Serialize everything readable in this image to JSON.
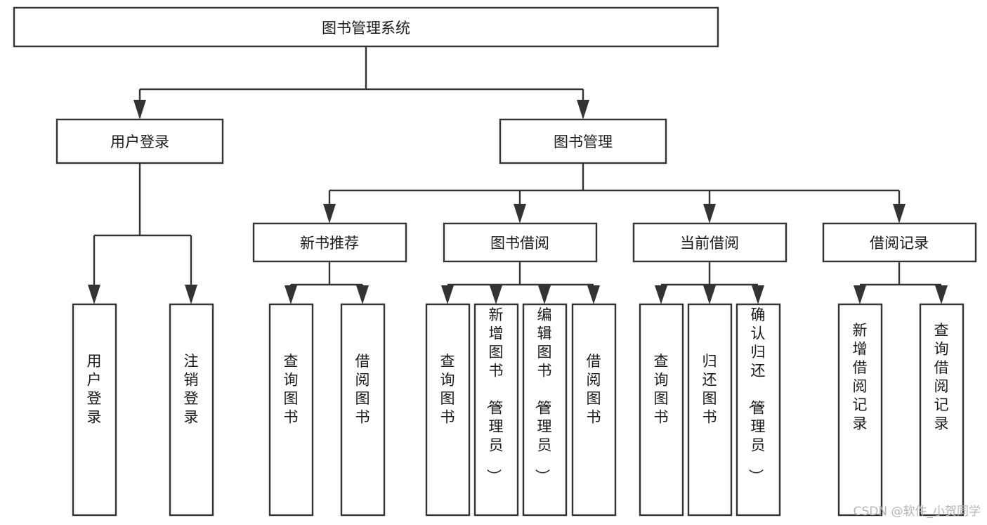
{
  "diagram": {
    "type": "tree-hierarchy",
    "title": "图书管理系统",
    "orientation": "top-down",
    "colors": {
      "box_stroke": "#333333",
      "box_fill": "#ffffff",
      "edge": "#333333",
      "text": "#1a1a1a",
      "watermark": "#b5b5b5",
      "background": "#ffffff"
    },
    "levels": {
      "root": {
        "label": "图书管理系统"
      },
      "level2": [
        {
          "id": "user-login",
          "label": "用户登录"
        },
        {
          "id": "book-manage",
          "label": "图书管理"
        }
      ],
      "level3": [
        {
          "id": "new-book-recommend",
          "label": "新书推荐",
          "parent": "book-manage"
        },
        {
          "id": "book-borrow",
          "label": "图书借阅",
          "parent": "book-manage"
        },
        {
          "id": "current-borrow",
          "label": "当前借阅",
          "parent": "book-manage"
        },
        {
          "id": "borrow-record",
          "label": "借阅记录",
          "parent": "book-manage"
        }
      ],
      "leaves": {
        "user-login": [
          {
            "id": "leaf-user-login",
            "label": "用户登录"
          },
          {
            "id": "leaf-user-logout",
            "label": "注销登录"
          }
        ],
        "new-book-recommend": [
          {
            "id": "leaf-query-book-1",
            "label": "查询图书"
          },
          {
            "id": "leaf-borrow-book-1",
            "label": "借阅图书"
          }
        ],
        "book-borrow": [
          {
            "id": "leaf-query-book-2",
            "label": "查询图书"
          },
          {
            "id": "leaf-add-book",
            "label": "新增图书（管理员）"
          },
          {
            "id": "leaf-edit-book",
            "label": "编辑图书（管理员）"
          },
          {
            "id": "leaf-borrow-book-2",
            "label": "借阅图书"
          }
        ],
        "current-borrow": [
          {
            "id": "leaf-query-book-3",
            "label": "查询图书"
          },
          {
            "id": "leaf-return-book",
            "label": "归还图书"
          },
          {
            "id": "leaf-confirm-return",
            "label": "确认归还（管理员）"
          }
        ],
        "borrow-record": [
          {
            "id": "leaf-add-record",
            "label": "新增借阅记录"
          },
          {
            "id": "leaf-query-record",
            "label": "查询借阅记录"
          }
        ]
      }
    },
    "watermark": "CSDN @软件_小贺同学"
  }
}
